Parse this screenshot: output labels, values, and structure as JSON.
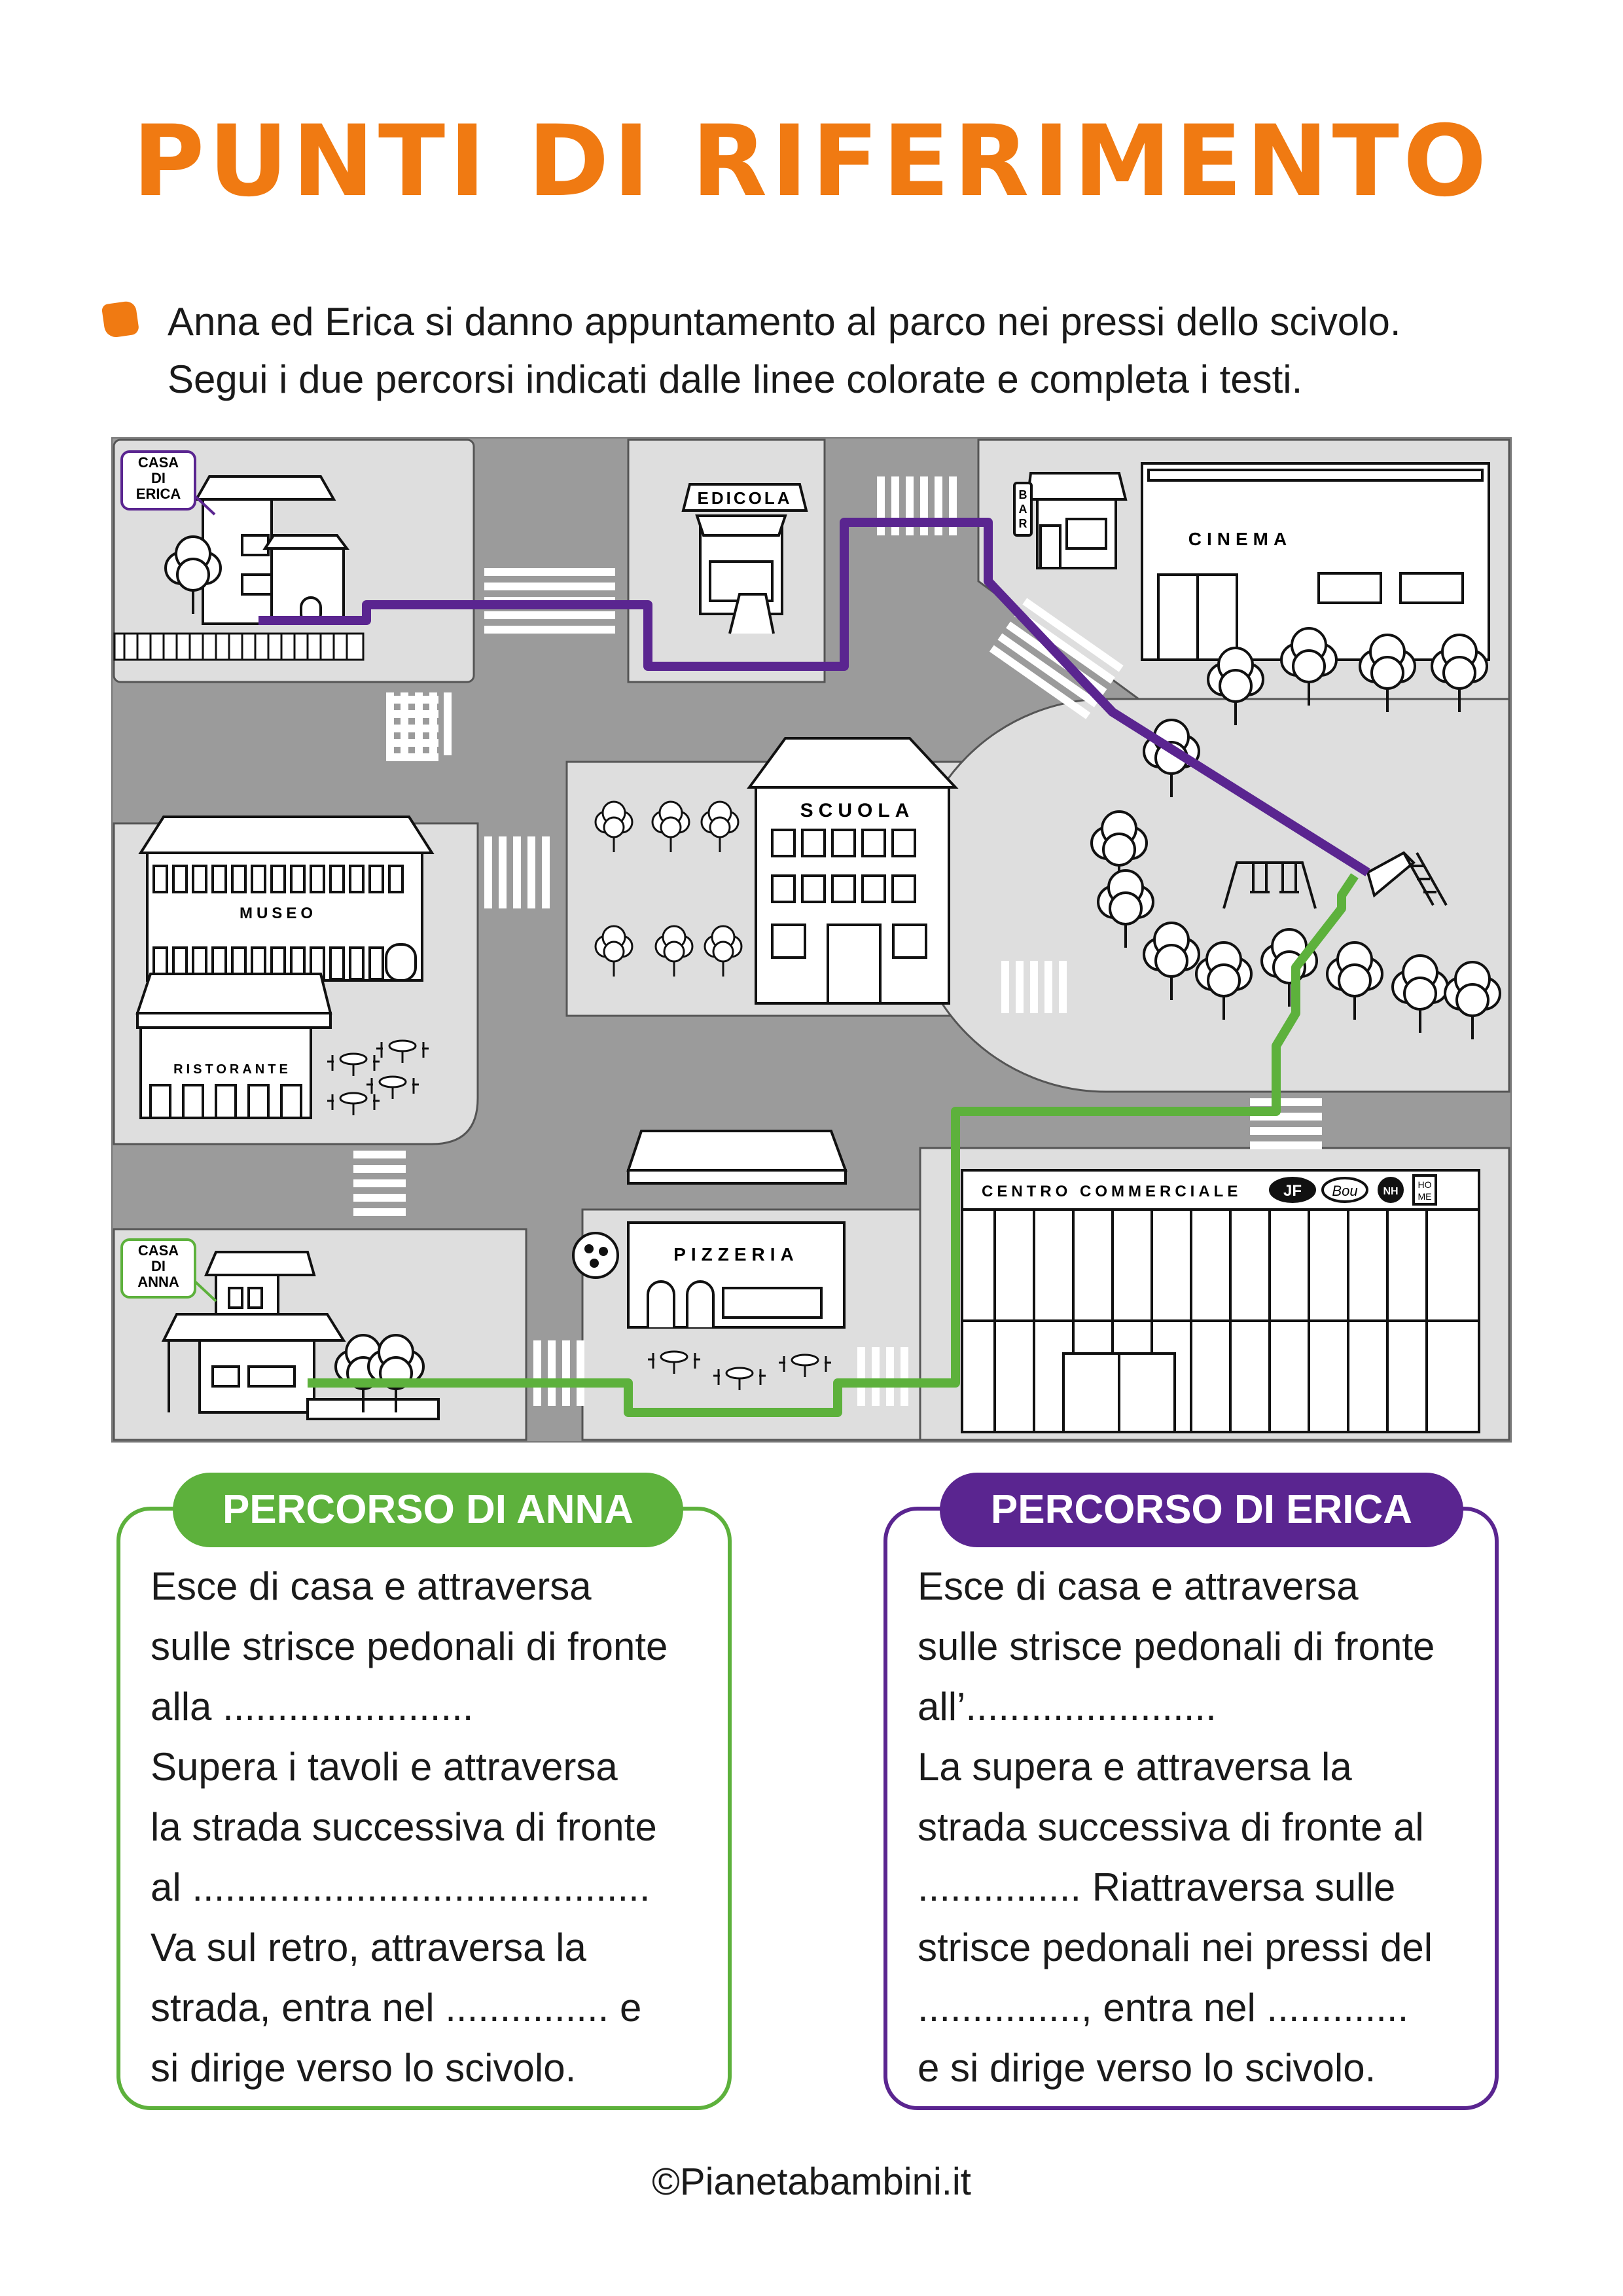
{
  "title": "PUNTI DI RIFERIMENTO",
  "intro": [
    "Anna ed Erica si danno appuntamento al parco nei pressi dello scivolo.",
    "Segui i due percorsi indicati dalle linee colorate e completa i testi."
  ],
  "map_labels": {
    "casa_erica": [
      "CASA",
      "DI",
      "ERICA"
    ],
    "casa_anna": [
      "CASA",
      "DI",
      "ANNA"
    ],
    "edicola": "EDICOLA",
    "bar": [
      "B",
      "A",
      "R"
    ],
    "cinema": "CINEMA",
    "scuola": "SCUOLA",
    "museo": "MUSEO",
    "ristorante": "RISTORANTE",
    "pizzeria": "PIZZERIA",
    "centro_commerciale": "CENTRO COMMERCIALE",
    "logo_jf": "JF",
    "logo_bou": "Bou",
    "logo_nh": "NH",
    "logo_home": [
      "HO",
      "ME"
    ]
  },
  "colors": {
    "title": "#f07a12",
    "anna": "#5db13c",
    "erica": "#5a2590",
    "road": "#9b9b9b",
    "block": "#dedede"
  },
  "anna_box": {
    "heading": "PERCORSO DI ANNA",
    "lines": [
      "Esce di casa e attraversa",
      "sulle strisce pedonali di fronte",
      "alla .......................",
      "Supera i tavoli e attraversa",
      "la strada successiva di fronte",
      "al ..........................................",
      "Va sul retro, attraversa la",
      "strada, entra nel ............... e",
      "si dirige verso lo scivolo."
    ]
  },
  "erica_box": {
    "heading": "PERCORSO DI ERICA",
    "lines": [
      "Esce di casa e attraversa",
      "sulle strisce pedonali di fronte",
      "all’.......................",
      "La supera e attraversa la",
      "strada successiva di fronte al",
      "............... Riattraversa sulle",
      "strisce pedonali nei pressi del",
      "..............., entra nel .............",
      "e si dirige verso lo scivolo."
    ]
  },
  "footer": "©Pianetabambini.it"
}
